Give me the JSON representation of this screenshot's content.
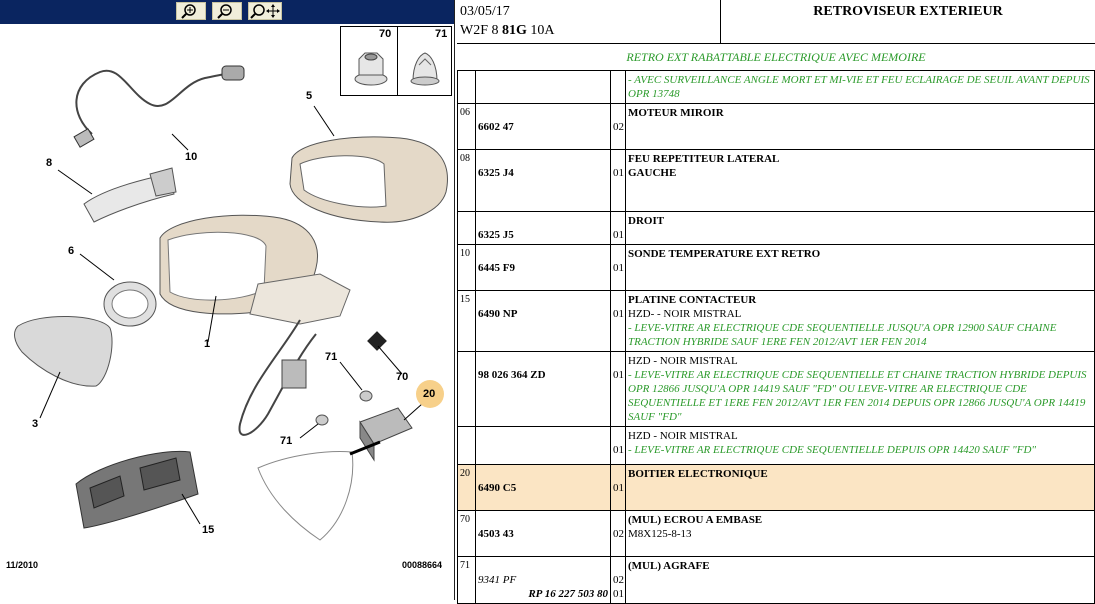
{
  "toolbar": {
    "buttons": [
      "zoom-in-icon",
      "zoom-out-icon",
      "zoom-fit-icon"
    ]
  },
  "diagram": {
    "insert_labels": [
      "70",
      "71"
    ],
    "callouts": [
      "5",
      "10",
      "8",
      "6",
      "1",
      "3",
      "70",
      "71",
      "20",
      "71",
      "15"
    ],
    "date_code": "11/2010",
    "diagram_number": "00088664"
  },
  "header": {
    "date": "03/05/17",
    "vehicle_code_prefix": "W2F 8",
    "vehicle_code_bold": "81G",
    "vehicle_code_suffix": "10A",
    "title": "RETROVISEUR EXTERIEUR"
  },
  "subtitle": "RETRO EXT RABATTABLE ELECTRIQUE AVEC MEMOIRE",
  "rows": [
    {
      "num": "",
      "ref": "",
      "qty": "",
      "lines": [
        {
          "t": "- AVEC SURVEILLANCE ANGLE MORT ET MI-VIE ET FEU ECLAIRAGE DE SEUIL AVANT DEPUIS OPR 13748",
          "s": "green"
        }
      ]
    },
    {
      "num": "06",
      "ref": "6602 47",
      "qty": "02",
      "lines": [
        {
          "t": "MOTEUR MIROIR",
          "s": "bold"
        }
      ]
    },
    {
      "num": "08",
      "ref": "6325 J4",
      "qty": "01",
      "lines": [
        {
          "t": "FEU REPETITEUR LATERAL",
          "s": "bold"
        },
        {
          "t": "GAUCHE",
          "s": "bold"
        }
      ]
    },
    {
      "num": "",
      "ref": "6325 J5",
      "qty": "01",
      "lines": [
        {
          "t": "DROIT",
          "s": "bold"
        }
      ]
    },
    {
      "num": "10",
      "ref": "6445 F9",
      "qty": "01",
      "lines": [
        {
          "t": "SONDE TEMPERATURE EXT RETRO",
          "s": "bold"
        }
      ]
    },
    {
      "num": "15",
      "ref": "6490 NP",
      "qty": "01",
      "lines": [
        {
          "t": "PLATINE CONTACTEUR",
          "s": "bold"
        },
        {
          "t": "HZD- - NOIR MISTRAL",
          "s": "plain"
        },
        {
          "t": "- LEVE-VITRE AR ELECTRIQUE CDE SEQUENTIELLE JUSQU'A OPR 12900 SAUF CHAINE TRACTION HYBRIDE SAUF 1ERE FEN 2012/AVT 1ER FEN 2014",
          "s": "green"
        }
      ]
    },
    {
      "num": "",
      "ref": "98 026 364 ZD",
      "qty": "01",
      "lines": [
        {
          "t": "HZD - NOIR MISTRAL",
          "s": "plain"
        },
        {
          "t": "- LEVE-VITRE AR ELECTRIQUE CDE SEQUENTIELLE ET CHAINE TRACTION HYBRIDE DEPUIS OPR 12866 JUSQU'A OPR 14419 SAUF \"FD\" OU LEVE-VITRE AR ELECTRIQUE CDE SEQUENTIELLE ET 1ERE FEN 2012/AVT 1ER FEN 2014 DEPUIS OPR 12866 JUSQU'A OPR 14419 SAUF \"FD\"",
          "s": "green"
        }
      ]
    },
    {
      "num": "",
      "ref": "",
      "qty": "01",
      "lines": [
        {
          "t": "HZD - NOIR MISTRAL",
          "s": "plain"
        },
        {
          "t": "- LEVE-VITRE AR ELECTRIQUE CDE SEQUENTIELLE DEPUIS OPR 14420 SAUF \"FD\"",
          "s": "green"
        }
      ]
    },
    {
      "num": "20",
      "ref": "6490 C5",
      "qty": "01",
      "lines": [
        {
          "t": "BOITIER ELECTRONIQUE",
          "s": "bold"
        }
      ],
      "highlight": true
    },
    {
      "num": "70",
      "ref": "4503 43",
      "qty": "02",
      "lines": [
        {
          "t": "(MUL) ECROU A EMBASE",
          "s": "bold"
        },
        {
          "t": "M8X125-8-13",
          "s": "plain"
        }
      ]
    },
    {
      "num": "71",
      "ref": "9341 PF",
      "ref2": "RP 16 227 503 80",
      "qty": "02",
      "qty2": "01",
      "lines": [
        {
          "t": "(MUL) AGRAFE",
          "s": "bold"
        }
      ]
    }
  ]
}
